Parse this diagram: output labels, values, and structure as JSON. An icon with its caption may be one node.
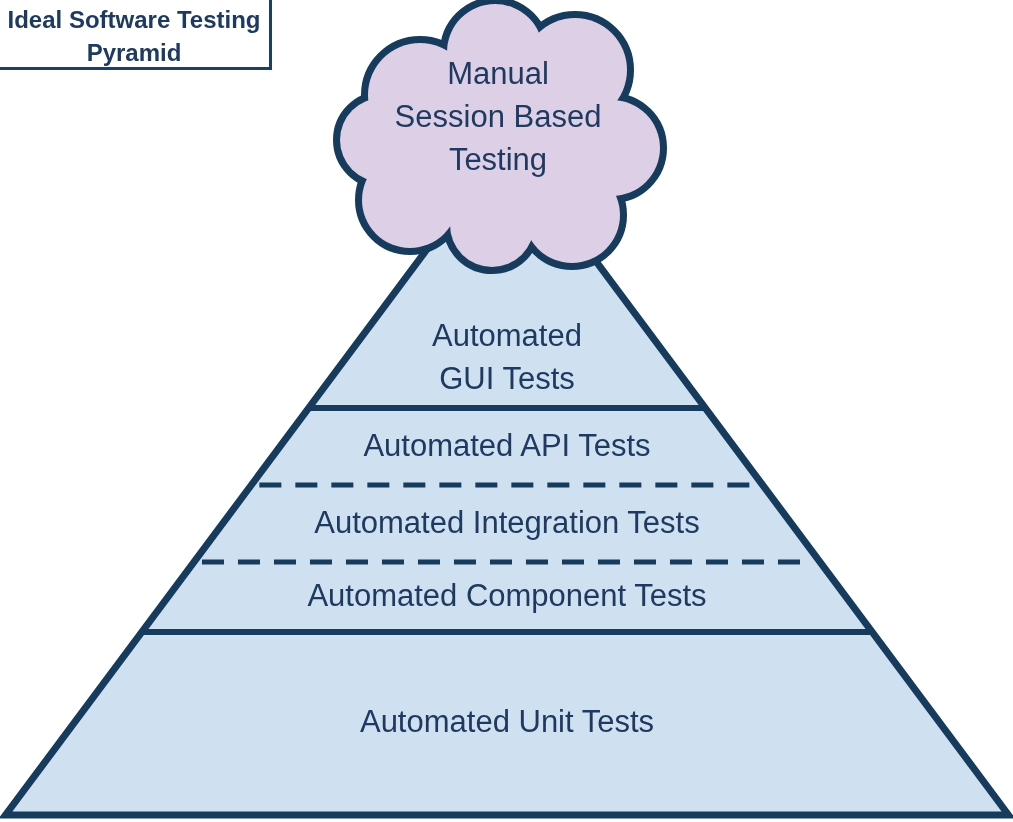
{
  "diagram": {
    "title": "Ideal Software Testing Pyramid",
    "nodes": [
      {
        "text": [
          "Automated GUI Tests"
        ]
      },
      {
        "text": [
          "Automated API Tests"
        ]
      },
      {
        "text": [
          "Automated Integration Tests"
        ]
      },
      {
        "text": [
          "Automated Component Tests"
        ]
      },
      {
        "text": [
          "Automated Unit Tests"
        ]
      },
      {
        "text": [
          "Manual Session Based Testing"
        ]
      }
    ]
  }
}
